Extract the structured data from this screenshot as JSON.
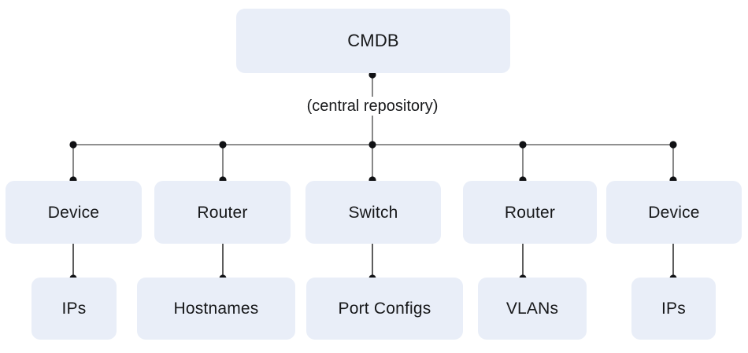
{
  "diagram": {
    "type": "tree-hierarchy",
    "title": "CMDB central repository hierarchy",
    "colors": {
      "node_fill": "#e9eef8",
      "edge_stroke": "#6b6b6b",
      "node_dot": "#101114",
      "text": "#17181a",
      "background": "#ffffff"
    },
    "root": {
      "id": "cmdb",
      "label": "CMDB"
    },
    "edge_labels": [
      {
        "id": "central-repository-note",
        "text": "(central repository)"
      }
    ],
    "level2": [
      {
        "id": "device-1",
        "label": "Device"
      },
      {
        "id": "router-1",
        "label": "Router"
      },
      {
        "id": "switch-1",
        "label": "Switch"
      },
      {
        "id": "router-2",
        "label": "Router"
      },
      {
        "id": "device-2",
        "label": "Device"
      }
    ],
    "level3": [
      {
        "id": "ips-1",
        "label": "IPs",
        "parent": "device-1"
      },
      {
        "id": "hostnames-1",
        "label": "Hostnames",
        "parent": "router-1"
      },
      {
        "id": "port-configs-1",
        "label": "Port Configs",
        "parent": "switch-1"
      },
      {
        "id": "vlans-1",
        "label": "VLANs",
        "parent": "router-2"
      },
      {
        "id": "ips-2",
        "label": "IPs",
        "parent": "device-2"
      }
    ]
  }
}
